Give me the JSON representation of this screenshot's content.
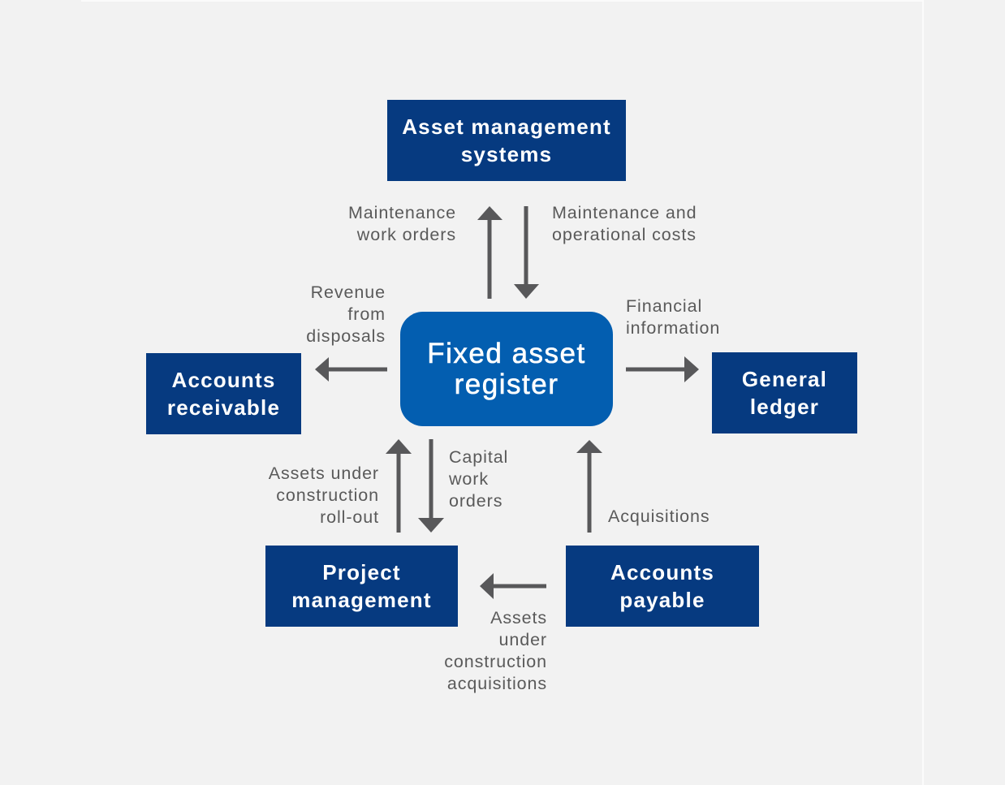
{
  "diagram": {
    "center": {
      "label": "Fixed asset\nregister"
    },
    "nodes": {
      "asset_management": {
        "label": "Asset management\nsystems"
      },
      "accounts_receivable": {
        "label": "Accounts\nreceivable"
      },
      "general_ledger": {
        "label": "General\nledger"
      },
      "project_management": {
        "label": "Project\nmanagement"
      },
      "accounts_payable": {
        "label": "Accounts\npayable"
      }
    },
    "flows": {
      "maintenance_work_orders": {
        "label": "Maintenance\nwork orders",
        "from": "Fixed asset register",
        "to": "Asset management systems"
      },
      "maintenance_costs": {
        "label": "Maintenance and\noperational costs",
        "from": "Asset management systems",
        "to": "Fixed asset register"
      },
      "revenue_disposals": {
        "label": "Revenue\nfrom\ndisposals",
        "from": "Fixed asset register",
        "to": "Accounts receivable"
      },
      "financial_information": {
        "label": "Financial\ninformation",
        "from": "Fixed asset register",
        "to": "General ledger"
      },
      "auc_rollout": {
        "label": "Assets under\nconstruction\nroll-out",
        "from": "Project management",
        "to": "Fixed asset register"
      },
      "capital_work_orders": {
        "label": "Capital\nwork\norders",
        "from": "Fixed asset register",
        "to": "Project management"
      },
      "acquisitions": {
        "label": "Acquisitions",
        "from": "Accounts payable",
        "to": "Fixed asset register"
      },
      "auc_acquisitions": {
        "label": "Assets\nunder\nconstruction\nacquisitions",
        "from": "Accounts payable",
        "to": "Project management"
      }
    },
    "colors": {
      "node": "#063a80",
      "center": "#035eb0",
      "arrow": "#58585a",
      "label": "#5a5a5a",
      "background": "#f2f2f2"
    }
  }
}
